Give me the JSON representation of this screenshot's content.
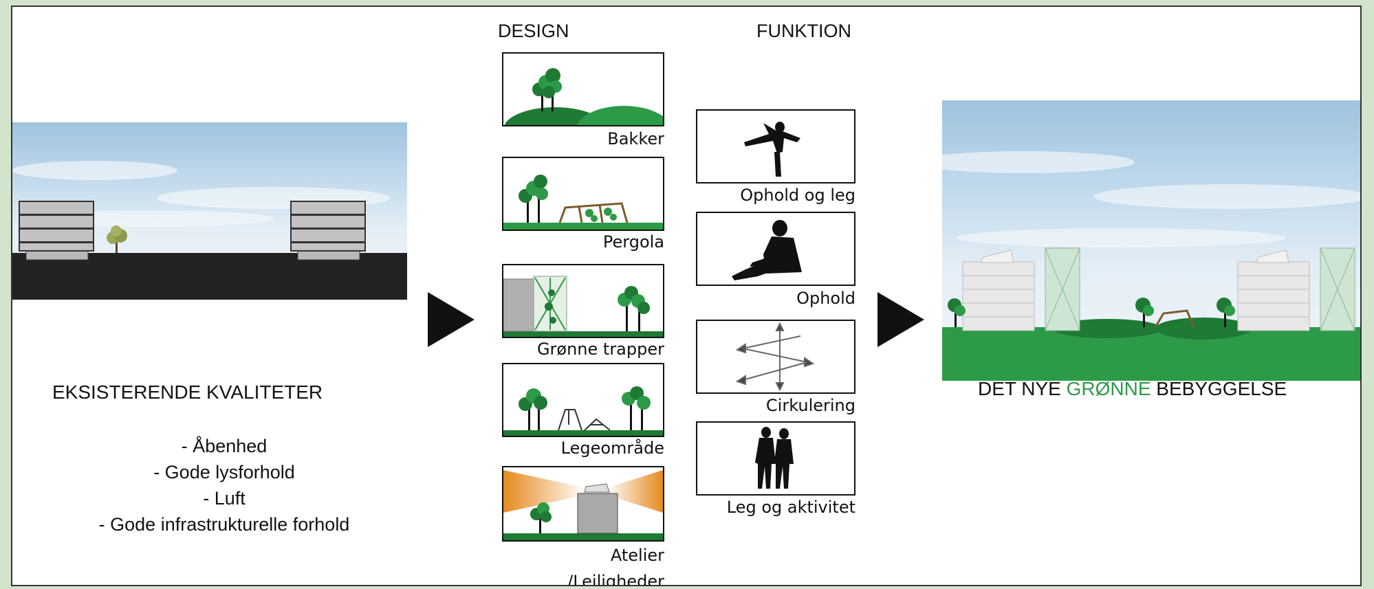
{
  "design_heading": "DESIGN",
  "funktion_heading": "FUNKTION",
  "left_panel": {
    "title": "EKSISTERENDE KVALITETER",
    "qualities": [
      "- Åbenhed",
      "- Gode lysforhold",
      "- Luft",
      "- Gode infrastrukturelle forhold"
    ]
  },
  "design_items": [
    {
      "label": "Bakker"
    },
    {
      "label": "Pergola"
    },
    {
      "label": "Grønne trapper"
    },
    {
      "label": "Legeområde"
    },
    {
      "label": "Atelier",
      "label_line2": "/Lejligheder"
    }
  ],
  "funktion_items": [
    {
      "label": "Ophold og leg"
    },
    {
      "label": "Ophold"
    },
    {
      "label": "Cirkulering"
    },
    {
      "label": "Leg og aktivitet"
    }
  ],
  "right_panel": {
    "title_part1": "DET NYE ",
    "title_highlight": "GRØNNE",
    "title_part2": " BEBYGGELSE"
  },
  "colors": {
    "background": "#d3e4cc",
    "green": "#2d9a47",
    "dark_green": "#1e7a34",
    "ground_dark": "#222222",
    "building_grey": "#a9a9a9",
    "orange_light": "#e58a1f"
  }
}
